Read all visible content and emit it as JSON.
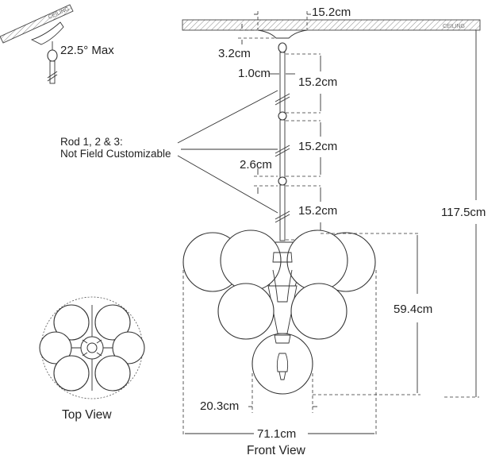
{
  "canopy": {
    "width_label": "15.2cm",
    "height_label": "3.2cm",
    "ceiling_text": "CEILING"
  },
  "slope": {
    "angle_label": "22.5° Max",
    "ceiling_text": "CEILING"
  },
  "rods": {
    "diameter_label": "1.0cm",
    "rod1_label": "15.2cm",
    "rod2_label": "15.2cm",
    "rod3_label": "15.2cm",
    "connector_label": "2.6cm",
    "note_line1": "Rod 1, 2 & 3:",
    "note_line2": "Not Field Customizable"
  },
  "dimensions": {
    "overall_height": "117.5cm",
    "fixture_height": "59.4cm",
    "bottom_globe_width": "20.3cm",
    "overall_width": "71.1cm"
  },
  "captions": {
    "top_view": "Top View",
    "front_view": "Front View"
  }
}
